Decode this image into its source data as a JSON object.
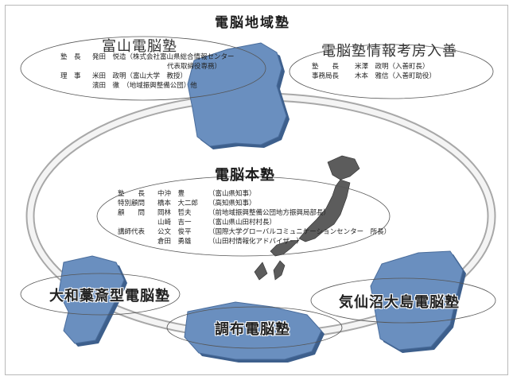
{
  "title": "電脳地域塾",
  "toyama": {
    "heading": "富山電脳塾",
    "rows": [
      {
        "role": "塾　長",
        "name": "発田　悦造（株式会社富山県総合情報センター"
      },
      {
        "role": "",
        "name": "代表取締役専務）"
      },
      {
        "role": "理　事",
        "name": "米田　政明（富山大学　教授）"
      },
      {
        "role": "",
        "name": "濱田　徹　（地域振興整備公団）他"
      }
    ]
  },
  "kobo": {
    "heading": "電脳塾情報考房入善",
    "rows": [
      {
        "role": "塾　　長",
        "name": "米澤　政明（入善町長）"
      },
      {
        "role": "事務局長",
        "name": "木本　雅信（入善町助役）"
      }
    ]
  },
  "honjuku": {
    "heading": "電脳本塾",
    "rows": [
      {
        "role": "塾　　長",
        "name": "中沖　豊",
        "org": "（富山県知事）"
      },
      {
        "role": "特別顧問",
        "name": "橋本　大二郎",
        "org": "（高知県知事）"
      },
      {
        "role": "顧　　問",
        "name": "岡林　哲夫",
        "org": "（前地域振興整備公団地方振興局部長）"
      },
      {
        "role": "",
        "name": "山崎　吉一",
        "org": "（富山県山田村村長）"
      },
      {
        "role": "講師代表",
        "name": "公文　俊平",
        "org": "（国際大学グローバルコミュニケーションセンター　所長）"
      },
      {
        "role": "",
        "name": "倉田　勇雄",
        "org": "（山田村情報化アドバイザー）"
      }
    ]
  },
  "regions": {
    "yamato": "大和藁斎型電脳塾",
    "chofu": "調布電脳塾",
    "kesennuma": "気仙沼大島電脳塾"
  },
  "colors": {
    "map_fill": "#6a8fbf",
    "map_dark": "#3d5f8c",
    "japan_fill": "#5c5c5c",
    "ring": "#ffffff",
    "ring_edge": "#a8a8a8"
  }
}
